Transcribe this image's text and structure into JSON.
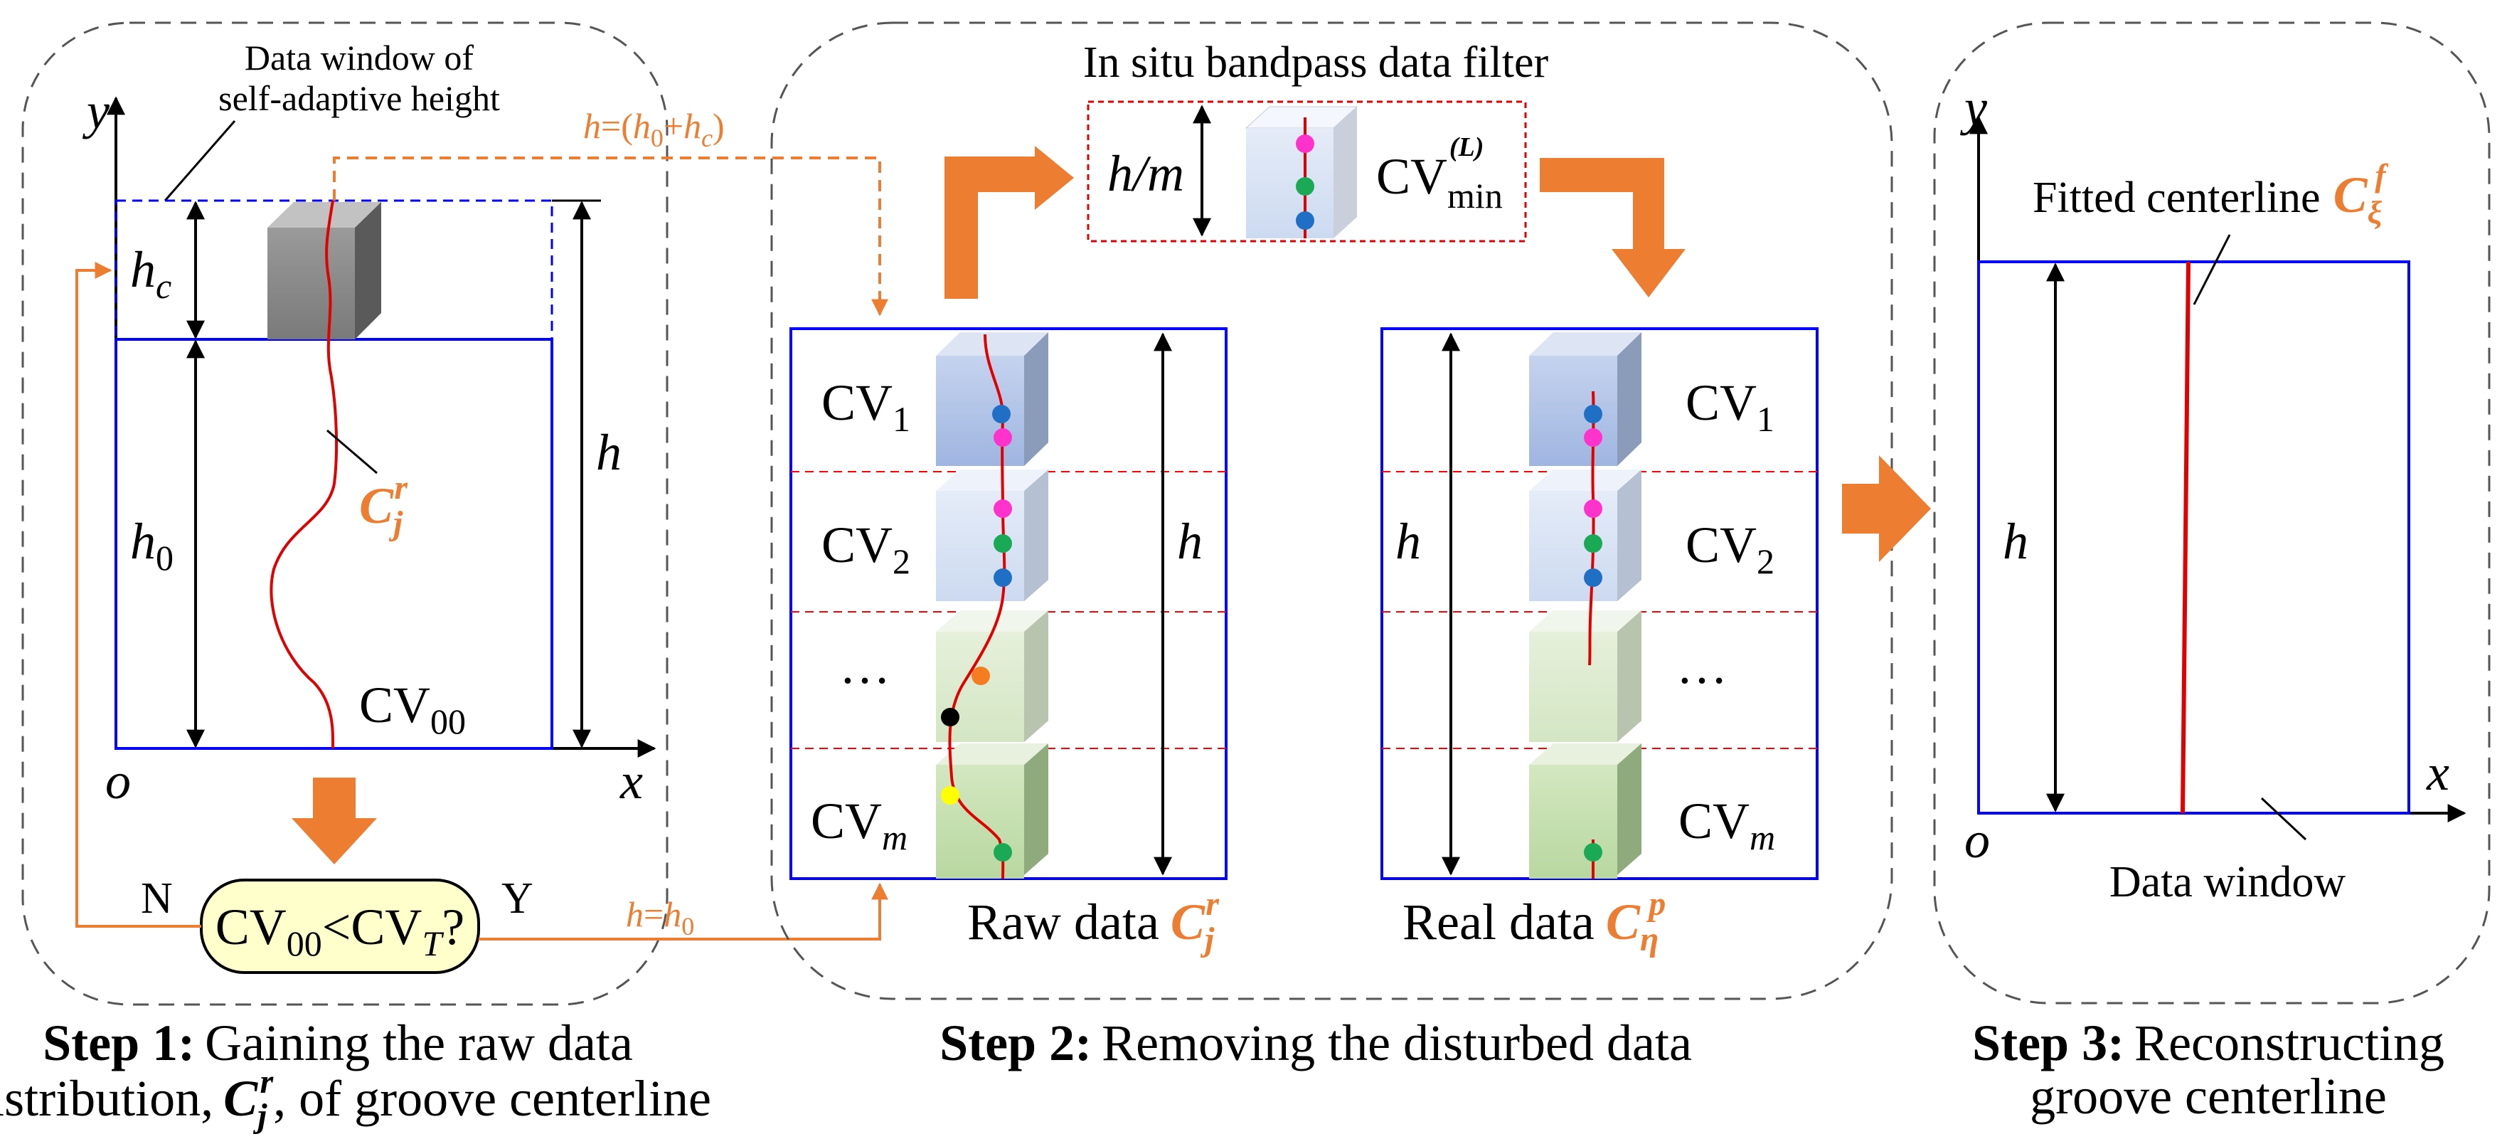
{
  "colors": {
    "accent": "#ED7D31",
    "window_border": "#0000FF",
    "divider": "#FF0000",
    "curve": "#E00000",
    "decision_fill": "#FFFFCC",
    "pt_magenta": "#FF33CC",
    "pt_green": "#1AAA55",
    "pt_blue": "#1F6FC5",
    "pt_orange": "#F57C20",
    "pt_black": "#000000",
    "pt_yellow": "#FFFF00"
  },
  "step1": {
    "callout": [
      "Data window of",
      "self-adaptive height"
    ],
    "axis_y": "y",
    "axis_x": "x",
    "origin": "o",
    "h_c": {
      "base": "h",
      "sub": "c"
    },
    "h_0": {
      "base": "h",
      "sub": "0"
    },
    "h": "h",
    "curve_label": {
      "base": "C",
      "sub": "j",
      "sup": "r"
    },
    "cv_label": {
      "base": "CV",
      "sub": "00"
    },
    "feedback_formula": "h=(h0+hc)",
    "pass_formula": "h=h0",
    "decision": {
      "text": "CV00<CVT?",
      "left": "CV",
      "left_sub": "00",
      "op": "<",
      "right": "CV",
      "right_sub": "T",
      "q": "?"
    },
    "no": "N",
    "yes": "Y",
    "caption_bold": "Step 1:",
    "caption_line1": "Gaining the raw data",
    "caption_line2_pre": "distribution,",
    "caption_line2_post": ", of groove centerline"
  },
  "step2": {
    "filter_title": "In situ bandpass data filter",
    "filter_ratio": "h/m",
    "filter_cv": {
      "base": "CV",
      "sub": "min",
      "sup": "(L)"
    },
    "raw_rows": [
      {
        "base": "CV",
        "sub": "1"
      },
      {
        "base": "CV",
        "sub": "2"
      },
      {
        "base": "…",
        "sub": ""
      },
      {
        "base": "CV",
        "sub": "m"
      }
    ],
    "real_rows": [
      {
        "base": "CV",
        "sub": "1"
      },
      {
        "base": "CV",
        "sub": "2"
      },
      {
        "base": "…",
        "sub": ""
      },
      {
        "base": "CV",
        "sub": "m"
      }
    ],
    "h": "h",
    "raw_caption": "Raw data",
    "raw_symbol": {
      "base": "C",
      "sub": "j",
      "sup": "r"
    },
    "real_caption": "Real data",
    "real_symbol": {
      "base": "C",
      "sub": "η",
      "sup": "p"
    },
    "caption_bold": "Step 2:",
    "caption_text": "Removing the disturbed data"
  },
  "step3": {
    "axis_y": "y",
    "axis_x": "x",
    "origin": "o",
    "h": "h",
    "fitted_label": "Fitted centerline",
    "fitted_symbol": {
      "base": "C",
      "sub": "ξ",
      "sup": "f"
    },
    "window_label": "Data window",
    "caption_bold": "Step 3:",
    "caption_line1": "Reconstructing",
    "caption_line2": "groove centerline"
  }
}
